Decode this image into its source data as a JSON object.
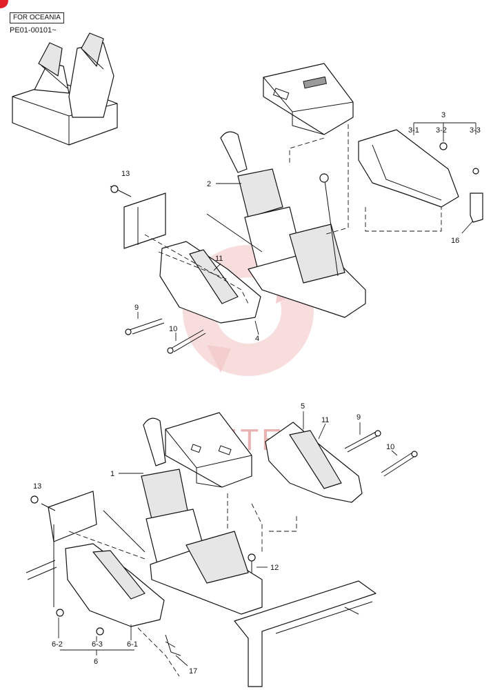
{
  "header": {
    "region_label": "FOR OCEANIA",
    "serial_range": "PE01-00101~"
  },
  "watermark": {
    "brand_text": "MHTEX",
    "logo_color": "#f0b6b6"
  },
  "callouts": {
    "upper": {
      "p2": "2",
      "p3": "3",
      "p3_1": "3-1",
      "p3_2": "3-2",
      "p3_3": "3-3",
      "p4": "4",
      "p9": "9",
      "p10": "10",
      "p11": "11",
      "p13": "13",
      "p16": "16"
    },
    "lower": {
      "p1": "1",
      "p5": "5",
      "p6": "6",
      "p6_1": "6-1",
      "p6_2": "6-2",
      "p6_3": "6-3",
      "p9": "9",
      "p10": "10",
      "p11": "11",
      "p12": "12",
      "p13": "13",
      "p17": "17"
    }
  }
}
